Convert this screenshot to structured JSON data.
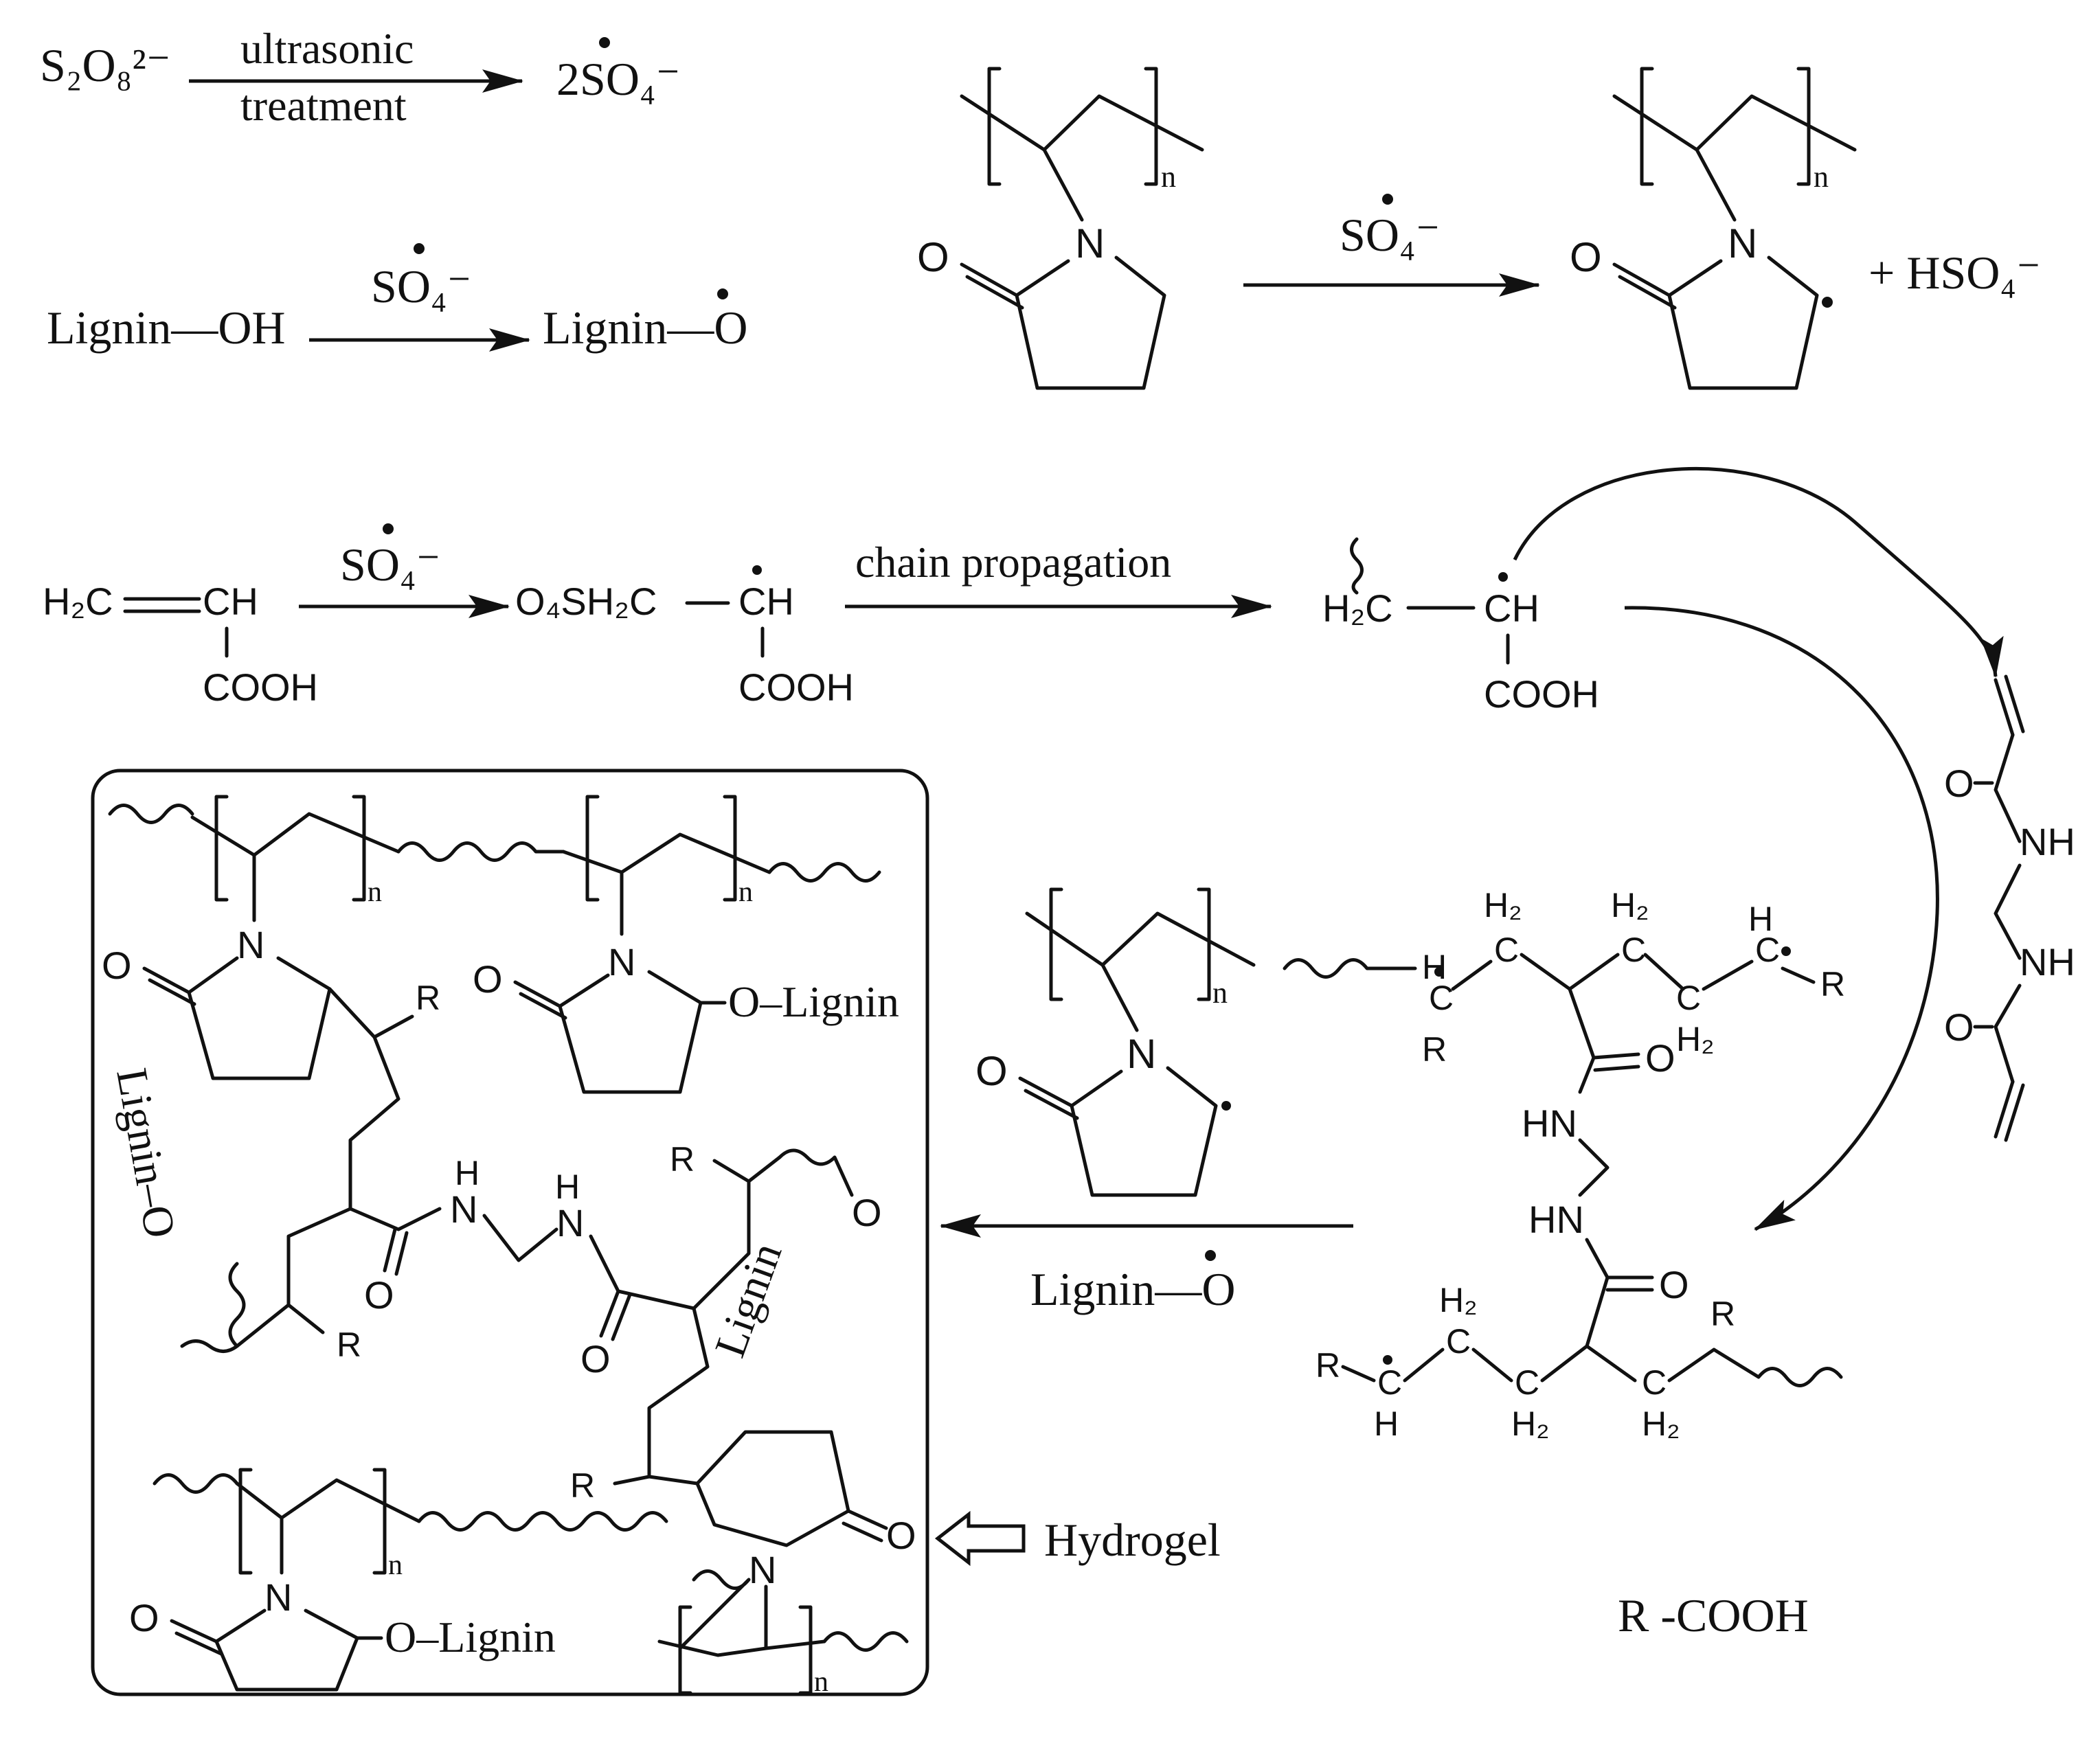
{
  "labels": {
    "persulfate": "S₂O₈²⁻",
    "ultrasonic": "ultrasonic",
    "treatment": "treatment",
    "sulfate_radical_2": "2SO₄⁻",
    "sulfate_radical": "SO₄⁻",
    "lignin_oh": "Lignin—OH",
    "lignin_o": "Lignin—O",
    "hso4": "+ HSO₄⁻",
    "chain_propagation": "chain propagation",
    "acrylic_h2c": "H₂C",
    "acrylic_ch": "CH",
    "cooh": "COOH",
    "o4sh2c": "O₄SH₂C",
    "r_cooh": "R  -COOH",
    "hydrogel": "Hydrogel",
    "lignin": "Lignin",
    "o_lignin": "O–Lignin",
    "lignin_o_label": "Lignin–O",
    "n": "n",
    "N": "N",
    "O": "O",
    "R": "R",
    "NH": "NH",
    "HN": "HN",
    "H": "H",
    "H2": "H₂"
  }
}
